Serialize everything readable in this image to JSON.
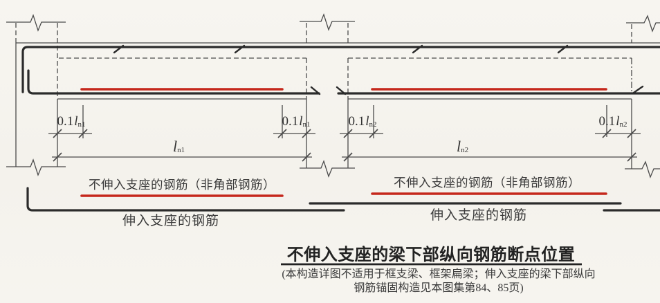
{
  "colors": {
    "background": "#f5f3ee",
    "line": "#4a4a4a",
    "rebar": "#2b2b2b",
    "red_accent": "#c5281c"
  },
  "dim_labels": [
    {
      "prefix": "0.1",
      "symbol": "l",
      "sub": "n1"
    },
    {
      "prefix": "0.1",
      "symbol": "l",
      "sub": "n1"
    },
    {
      "prefix": "0.1",
      "symbol": "l",
      "sub": "n2"
    },
    {
      "prefix": "0.1",
      "symbol": "l",
      "sub": "n2"
    }
  ],
  "span_labels": [
    {
      "symbol": "l",
      "sub": "n1"
    },
    {
      "symbol": "l",
      "sub": "n2"
    }
  ],
  "annotations": {
    "no_extend_left": "不伸入支座的钢筋（非角部钢筋）",
    "no_extend_right": "不伸入支座的钢筋（非角部钢筋）",
    "extend_left": "伸入支座的钢筋",
    "extend_right": "伸入支座的钢筋"
  },
  "title": "不伸入支座的梁下部纵向钢筋断点位置",
  "notes": {
    "line1": "(本构造详图不适用于框支梁、框架扁梁；伸入支座的梁下部纵向",
    "line2": "钢筋锚固构造见本图集第84、85页)"
  }
}
